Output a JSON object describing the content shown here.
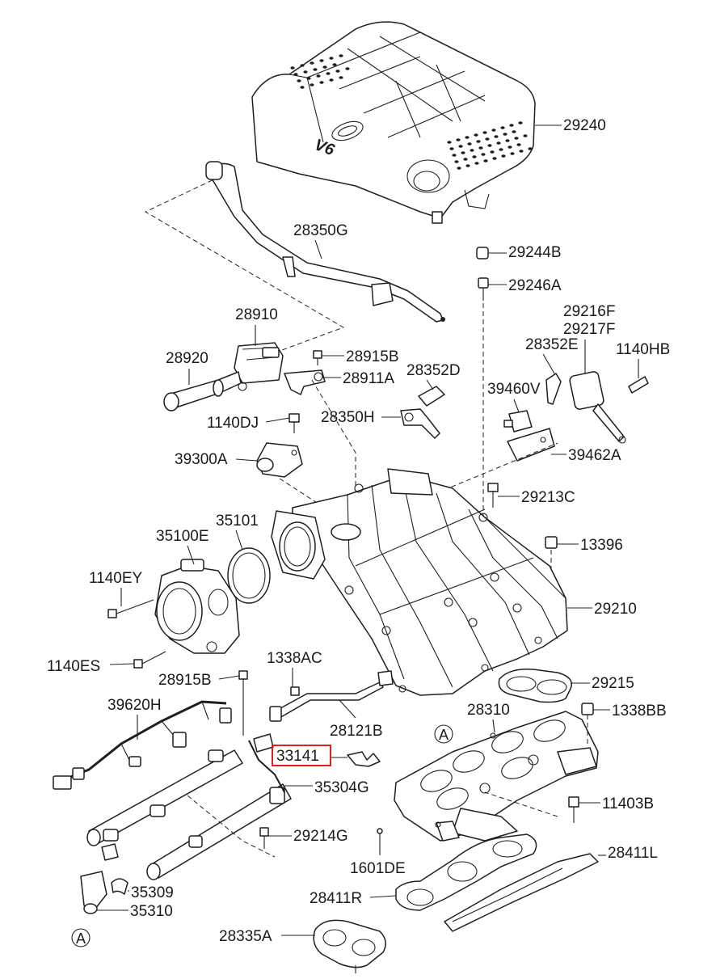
{
  "diagram": {
    "brand_colors": {
      "line": "#1f1f1f",
      "highlight": "#e02020",
      "background": "#ffffff"
    },
    "highlighted_part": "33141",
    "cover_emblem_text": "V6",
    "callouts": [
      {
        "id": "c-29240",
        "label": "29240"
      },
      {
        "id": "c-28350G",
        "label": "28350G"
      },
      {
        "id": "c-29244B",
        "label": "29244B"
      },
      {
        "id": "c-29246A",
        "label": "29246A"
      },
      {
        "id": "c-28910",
        "label": "28910"
      },
      {
        "id": "c-29216F",
        "label": "29216F"
      },
      {
        "id": "c-29217F",
        "label": "29217F"
      },
      {
        "id": "c-28920",
        "label": "28920"
      },
      {
        "id": "c-28915B-top",
        "label": "28915B"
      },
      {
        "id": "c-28352E",
        "label": "28352E"
      },
      {
        "id": "c-1140HB",
        "label": "1140HB"
      },
      {
        "id": "c-28911A",
        "label": "28911A"
      },
      {
        "id": "c-28352D",
        "label": "28352D"
      },
      {
        "id": "c-39460V",
        "label": "39460V"
      },
      {
        "id": "c-1140DJ",
        "label": "1140DJ"
      },
      {
        "id": "c-28350H",
        "label": "28350H"
      },
      {
        "id": "c-39300A",
        "label": "39300A"
      },
      {
        "id": "c-39462A",
        "label": "39462A"
      },
      {
        "id": "c-29213C",
        "label": "29213C"
      },
      {
        "id": "c-35101",
        "label": "35101"
      },
      {
        "id": "c-35100E",
        "label": "35100E"
      },
      {
        "id": "c-13396",
        "label": "13396"
      },
      {
        "id": "c-1140EY",
        "label": "1140EY"
      },
      {
        "id": "c-29210",
        "label": "29210"
      },
      {
        "id": "c-1338AC",
        "label": "1338AC"
      },
      {
        "id": "c-1140ES",
        "label": "1140ES"
      },
      {
        "id": "c-28915B-bottom",
        "label": "28915B"
      },
      {
        "id": "c-29215",
        "label": "29215"
      },
      {
        "id": "c-39620H",
        "label": "39620H"
      },
      {
        "id": "c-28310",
        "label": "28310"
      },
      {
        "id": "c-1338BB",
        "label": "1338BB"
      },
      {
        "id": "c-28121B",
        "label": "28121B"
      },
      {
        "id": "c-33141",
        "label": "33141"
      },
      {
        "id": "c-35304G",
        "label": "35304G"
      },
      {
        "id": "c-11403B",
        "label": "11403B"
      },
      {
        "id": "c-29214G",
        "label": "29214G"
      },
      {
        "id": "c-1601DE",
        "label": "1601DE"
      },
      {
        "id": "c-28411L",
        "label": "28411L"
      },
      {
        "id": "c-35309",
        "label": "35309"
      },
      {
        "id": "c-28411R",
        "label": "28411R"
      },
      {
        "id": "c-35310",
        "label": "35310"
      },
      {
        "id": "c-28335A",
        "label": "28335A"
      }
    ],
    "reference_markers": [
      {
        "id": "ref-A-upper",
        "label": "A"
      },
      {
        "id": "ref-A-lower",
        "label": "A"
      }
    ]
  }
}
